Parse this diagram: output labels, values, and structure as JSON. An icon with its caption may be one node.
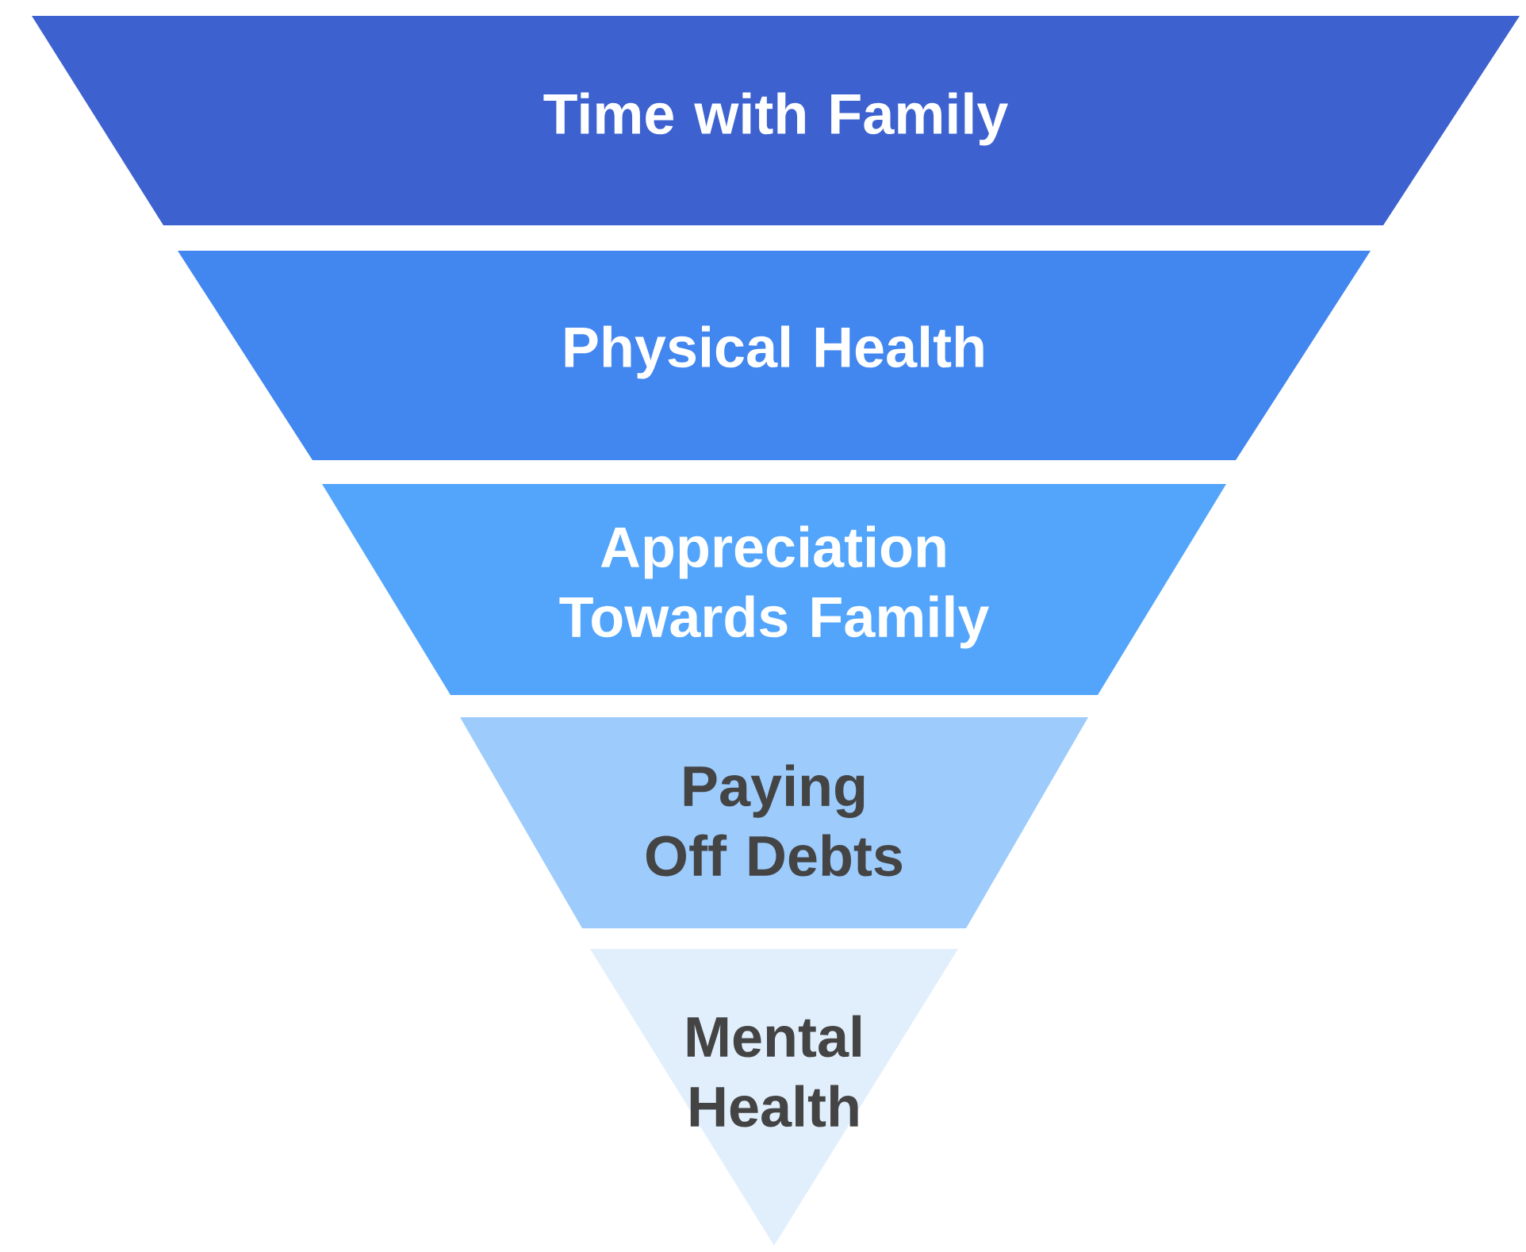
{
  "diagram": {
    "nodes": [
      {
        "text": [
          "Time with Family"
        ]
      },
      {
        "text": [
          "Physical Health"
        ]
      },
      {
        "text": [
          "Appreciation Towards Family"
        ]
      },
      {
        "text": [
          "Paying Off Debts"
        ]
      },
      {
        "text": [
          "Mental Health"
        ]
      }
    ]
  }
}
